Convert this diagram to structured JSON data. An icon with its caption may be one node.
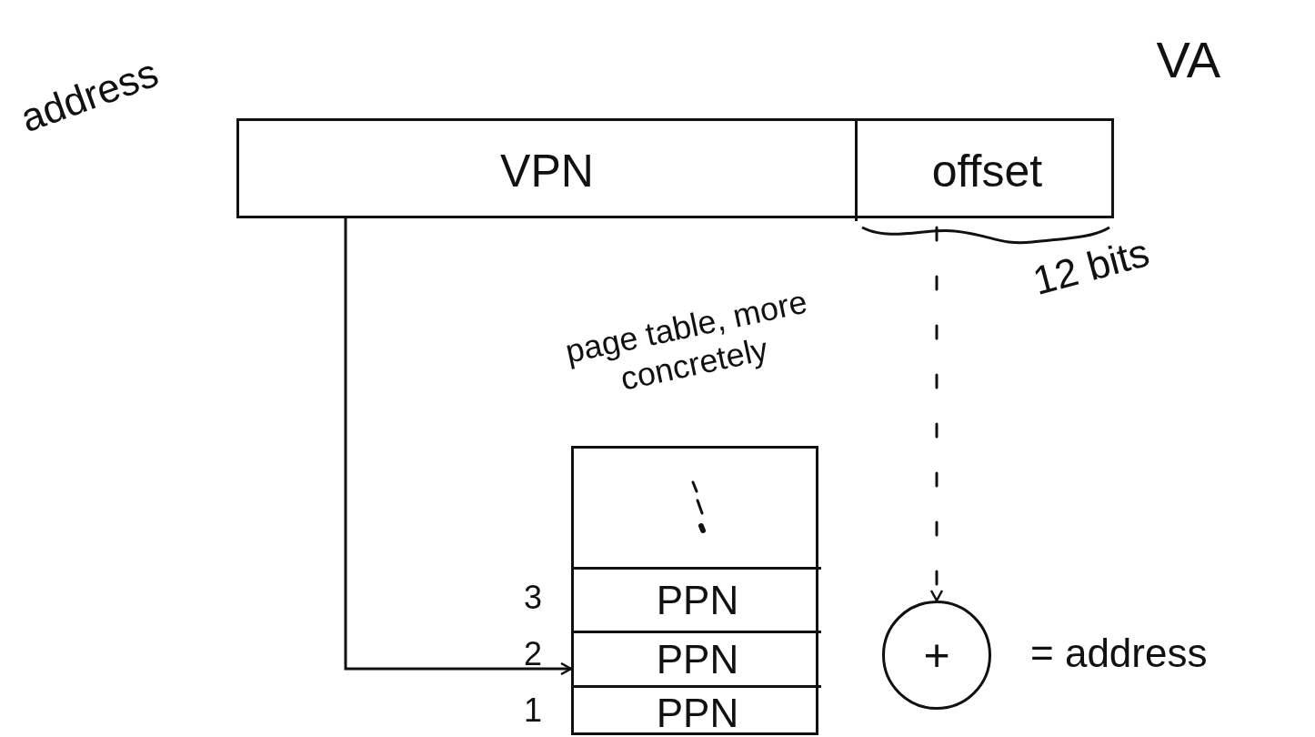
{
  "diagram": {
    "nodes": [
      {
        "text": [
          "VA"
        ]
      },
      {
        "text": [
          "VPN"
        ],
        "in": 0
      },
      {
        "text": [
          "offset"
        ],
        "in": 0
      },
      {
        "text": [
          "page table, more concretely"
        ]
      },
      {
        "text": [],
        "shape": "box",
        "in": 3
      },
      {
        "text": [
          "PPN"
        ],
        "in": 3,
        "beside": [
          "3"
        ]
      },
      {
        "text": [
          "PPN"
        ],
        "in": 3,
        "beside": [
          "2"
        ]
      },
      {
        "text": [
          "PPN"
        ],
        "in": 3,
        "beside": [
          "1"
        ]
      },
      {
        "text": [
          "+"
        ],
        "beside": [
          "= address"
        ]
      }
    ],
    "edges": [
      {
        "from": 1,
        "to": 6,
        "arrow": "to"
      },
      {
        "from": 2,
        "to": 8,
        "arrow": "to",
        "style": "dashed"
      }
    ],
    "labels": [
      "address",
      "12 bits"
    ]
  }
}
